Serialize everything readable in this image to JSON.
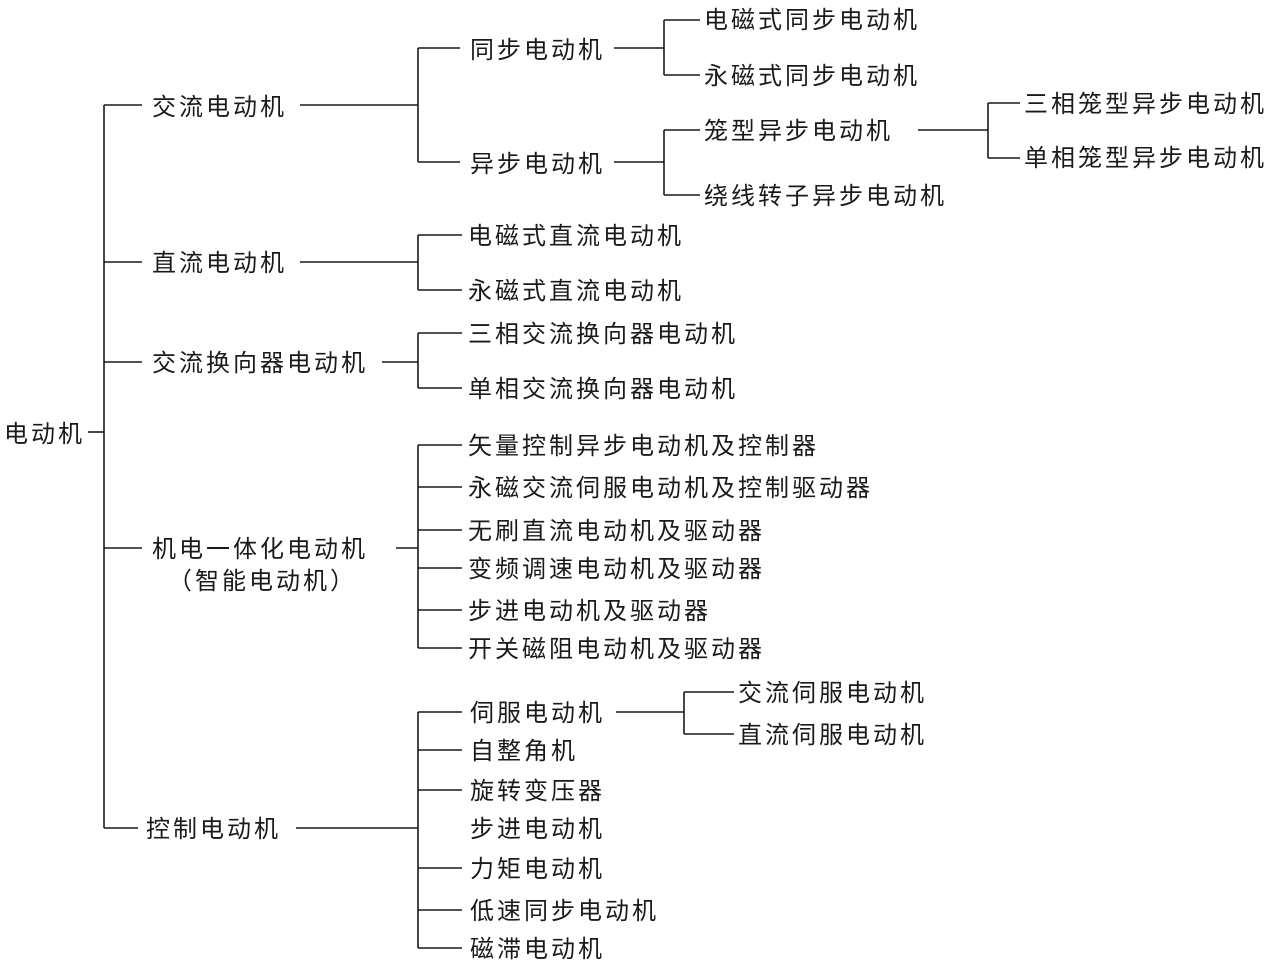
{
  "tree": {
    "root": "电动机",
    "categories": {
      "ac": {
        "label": "交流电动机",
        "sync": {
          "label": "同步电动机",
          "items": [
            "电磁式同步电动机",
            "永磁式同步电动机"
          ]
        },
        "async": {
          "label": "异步电动机",
          "cage": {
            "label": "笼型异步电动机",
            "items": [
              "三相笼型异步电动机",
              "单相笼型异步电动机"
            ]
          },
          "wound": "绕线转子异步电动机"
        }
      },
      "dc": {
        "label": "直流电动机",
        "items": [
          "电磁式直流电动机",
          "永磁式直流电动机"
        ]
      },
      "commutator": {
        "label": "交流换向器电动机",
        "items": [
          "三相交流换向器电动机",
          "单相交流换向器电动机"
        ]
      },
      "mechatronic": {
        "label_line1": "机电一体化电动机",
        "label_line2": "（智能电动机）",
        "items": [
          "矢量控制异步电动机及控制器",
          "永磁交流伺服电动机及控制驱动器",
          "无刷直流电动机及驱动器",
          "变频调速电动机及驱动器",
          "步进电动机及驱动器",
          "开关磁阻电动机及驱动器"
        ]
      },
      "control": {
        "label": "控制电动机",
        "servo": {
          "label": "伺服电动机",
          "items": [
            "交流伺服电动机",
            "直流伺服电动机"
          ]
        },
        "items": [
          "自整角机",
          "旋转变压器",
          "步进电动机",
          "力矩电动机",
          "低速同步电动机",
          "磁滞电动机"
        ]
      }
    }
  }
}
